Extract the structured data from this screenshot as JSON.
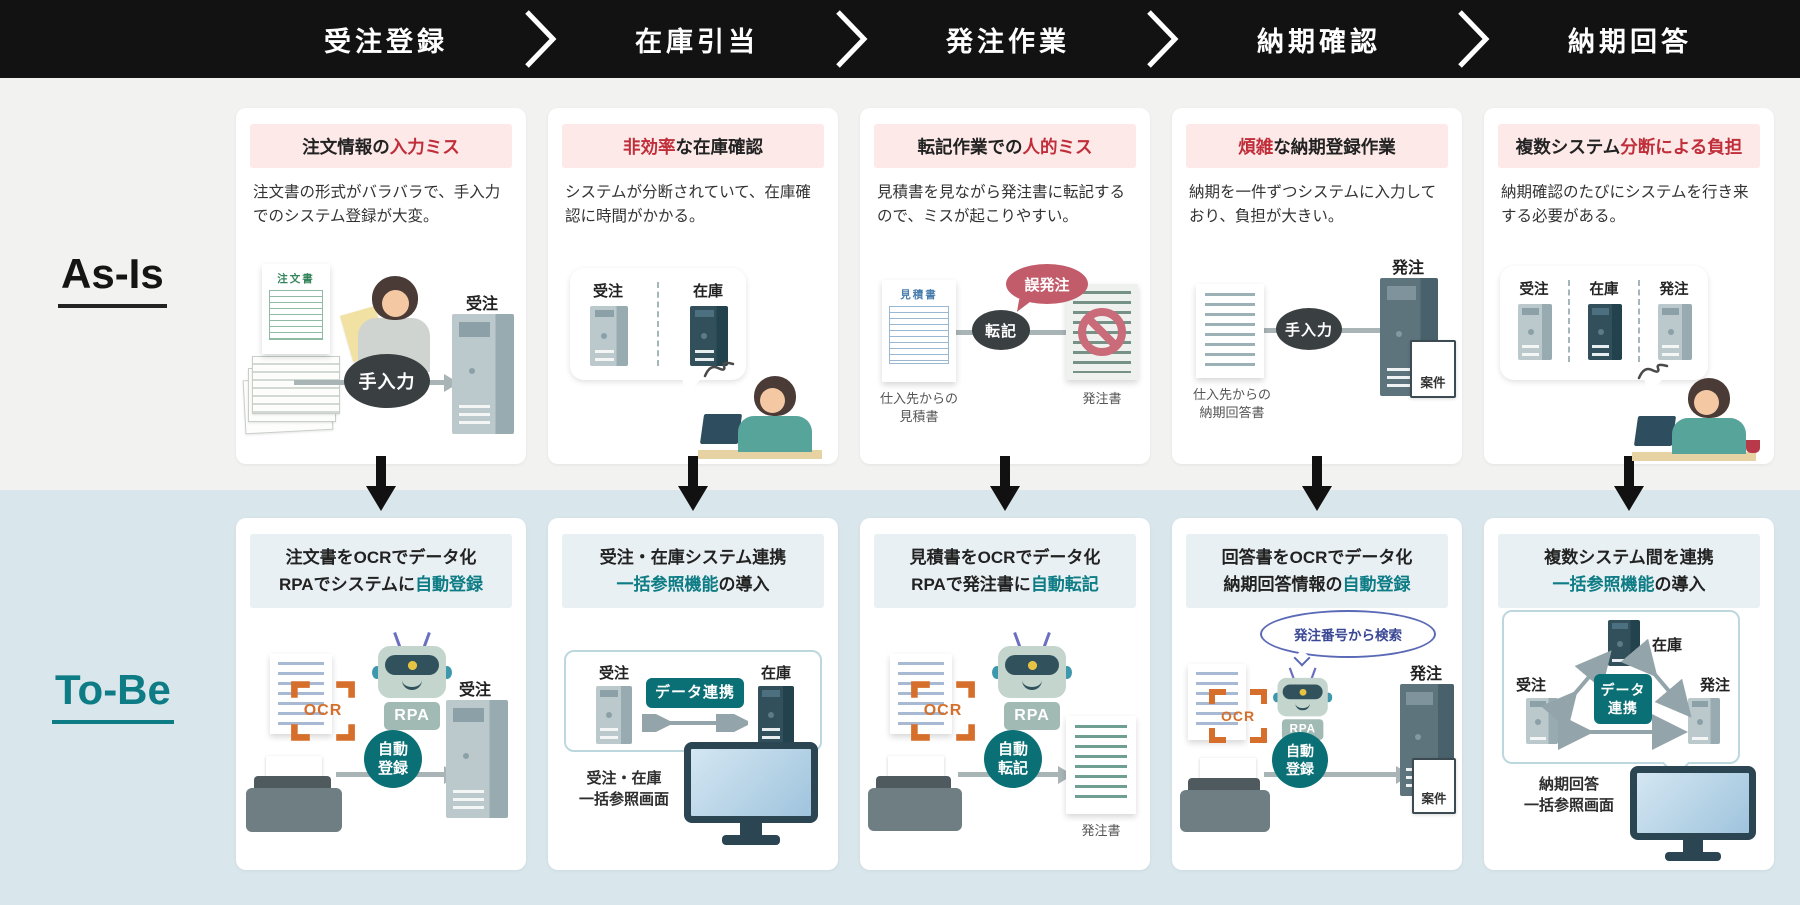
{
  "colors": {
    "header_bg": "#121212",
    "asis_bg": "#f2f2f0",
    "tobe_bg": "#d9e6ec",
    "alert_red": "#c02e3a",
    "alert_title_bg": "#fce9e8",
    "teal_text": "#0d7c85",
    "teal_fill": "#0b7076",
    "tobe_title_bg": "#e9f0f3",
    "ocr_orange": "#d56f2b"
  },
  "header": {
    "steps": [
      "受注登録",
      "在庫引当",
      "発注作業",
      "納期確認",
      "納期回答"
    ]
  },
  "asis": {
    "row_label": "As-Is",
    "cards": [
      {
        "title_pre": "注文情報の",
        "title_red": "入力ミス",
        "title_post": "",
        "body": "注文書の形式がバラバラで、手入力でのシステム登録が大変。",
        "doc_title": "注文書",
        "oval": "手入力",
        "server_label": "受注"
      },
      {
        "title_pre": "",
        "title_red": "非効率",
        "title_post": "な在庫確認",
        "body": "システムが分断されていて、在庫確認に時間がかかる。",
        "server1": "受注",
        "server2": "在庫"
      },
      {
        "title_pre": "転記作業での",
        "title_red": "人的ミス",
        "title_post": "",
        "body": "見積書を見ながら発注書に転記するので、ミスが起こりやすい。",
        "doc_title": "見積書",
        "doc_caption": "仕入先からの\n見積書",
        "oval": "転記",
        "error_bubble": "誤発注",
        "target_caption": "発注書"
      },
      {
        "title_pre": "",
        "title_red": "煩雑",
        "title_post": "な納期登録作業",
        "body": "納期を一件ずつシステムに入力しており、負担が大きい。",
        "doc_caption": "仕入先からの\n納期回答書",
        "oval": "手入力",
        "server_label": "発注",
        "file_label": "案件"
      },
      {
        "title_pre": "複数システム",
        "title_red": "分断による負担",
        "title_post": "",
        "body": "納期確認のたびにシステムを行き来する必要がある。",
        "server1": "受注",
        "server2": "在庫",
        "server3": "発注"
      }
    ]
  },
  "tobe": {
    "row_label": "To-Be",
    "cards": [
      {
        "title_line1": "注文書をOCRでデータ化",
        "title2_pre": "RPAでシステムに",
        "title2_teal": "自動登録",
        "title2_post": "",
        "ocr": "OCR",
        "rpa": "RPA",
        "action": "自動\n登録",
        "server_label": "受注"
      },
      {
        "title_line1": "受注・在庫システム連携",
        "title2_pre": "",
        "title2_teal": "一括参照機能",
        "title2_post": "の導入",
        "server1": "受注",
        "server2": "在庫",
        "badge": "データ連携",
        "caption": "受注・在庫\n一括参照画面"
      },
      {
        "title_line1": "見積書をOCRでデータ化",
        "title2_pre": "RPAで発注書に",
        "title2_teal": "自動転記",
        "title2_post": "",
        "ocr": "OCR",
        "rpa": "RPA",
        "action": "自動\n転記",
        "target_caption": "発注書"
      },
      {
        "title_line1": "回答書をOCRでデータ化",
        "title2_pre": "納期回答情報の",
        "title2_teal": "自動登録",
        "title2_post": "",
        "ocr": "OCR",
        "rpa": "RPA",
        "action": "自動\n登録",
        "search_bubble": "発注番号から検索",
        "server_label": "発注",
        "file_label": "案件"
      },
      {
        "title_line1": "複数システム間を連携",
        "title2_pre": "",
        "title2_teal": "一括参照機能",
        "title2_post": "の導入",
        "server1": "受注",
        "server2": "在庫",
        "server3": "発注",
        "badge": "データ\n連携",
        "caption": "納期回答\n一括参照画面"
      }
    ]
  }
}
